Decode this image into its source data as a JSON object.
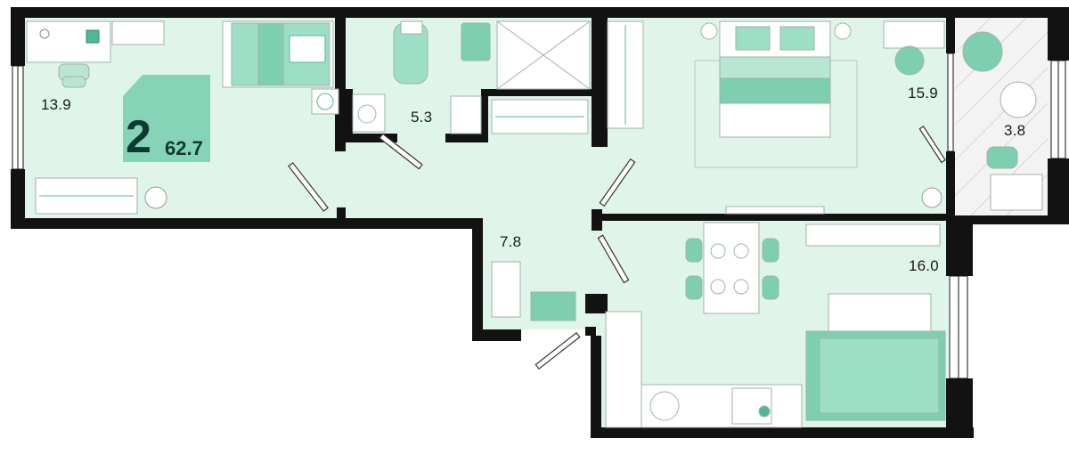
{
  "plan": {
    "room_count": "2",
    "total_area": "62.7",
    "rooms": [
      {
        "name": "bedroom-left",
        "area": "13.9"
      },
      {
        "name": "bathroom",
        "area": "5.3"
      },
      {
        "name": "hallway",
        "area": "7.8"
      },
      {
        "name": "bedroom-right",
        "area": "15.9"
      },
      {
        "name": "balcony",
        "area": "3.8"
      },
      {
        "name": "kitchen-living",
        "area": "16.0"
      }
    ]
  },
  "colors": {
    "floor": "#dff5ea",
    "wall": "#121212",
    "accent": "#7dcfb0",
    "accent_dark": "#4fb894",
    "badge": "#86d4b7",
    "badge_text": "#0d3b34",
    "balcony_floor": "#f2f2f2"
  }
}
